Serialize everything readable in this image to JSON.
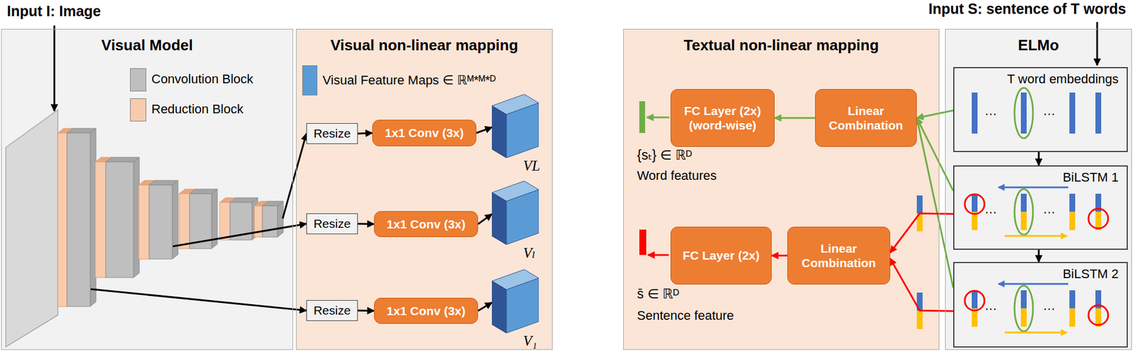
{
  "diagram": {
    "nodes": [
      {
        "text": [
          "Visual Model"
        ]
      },
      {
        "text": [
          "Visual non-linear mapping"
        ]
      },
      {
        "text": [
          "Resize"
        ],
        "in": 1
      },
      {
        "text": [
          "1x1 Conv (3x)"
        ],
        "in": 1
      },
      {
        "text": [
          "VL"
        ],
        "in": 1
      },
      {
        "text": [
          "Resize"
        ],
        "in": 1
      },
      {
        "text": [
          "1x1 Conv (3x)"
        ],
        "in": 1
      },
      {
        "text": [
          "Vₗ"
        ],
        "in": 1
      },
      {
        "text": [
          "Resize"
        ],
        "in": 1
      },
      {
        "text": [
          "1x1 Conv (3x)"
        ],
        "in": 1
      },
      {
        "text": [
          "V₁"
        ],
        "in": 1
      },
      {
        "text": [
          "Textual non-linear mapping"
        ]
      },
      {
        "text": [
          "FC Layer (2x) (word-wise)"
        ],
        "in": 11
      },
      {
        "text": [
          "Linear Combination"
        ],
        "in": 11
      },
      {
        "text": [
          "FC Layer (2x)"
        ],
        "in": 11
      },
      {
        "text": [
          "Linear Combination"
        ],
        "in": 11
      },
      {
        "text": [
          "ELMo"
        ]
      },
      {
        "text": [
          "T word embeddings"
        ],
        "in": 16
      },
      {
        "text": [
          "BiLSTM 1"
        ],
        "in": 16
      },
      {
        "text": [
          "BiLSTM 2"
        ],
        "in": 16
      }
    ],
    "edges": [
      {
        "from": 0,
        "to": 2,
        "arrow": "to"
      },
      {
        "from": 2,
        "to": 3,
        "arrow": "to"
      },
      {
        "from": 3,
        "to": 4,
        "arrow": "to"
      },
      {
        "from": 0,
        "to": 5,
        "arrow": "to"
      },
      {
        "from": 5,
        "to": 6,
        "arrow": "to"
      },
      {
        "from": 6,
        "to": 7,
        "arrow": "to"
      },
      {
        "from": 0,
        "to": 8,
        "arrow": "to"
      },
      {
        "from": 8,
        "to": 9,
        "arrow": "to"
      },
      {
        "from": 9,
        "to": 10,
        "arrow": "to"
      },
      {
        "from": 13,
        "to": 12,
        "arrow": "to"
      },
      {
        "from": 15,
        "to": 14,
        "arrow": "to"
      },
      {
        "from": 17,
        "to": 13,
        "arrow": "to"
      },
      {
        "from": 18,
        "to": 13,
        "arrow": "to"
      },
      {
        "from": 19,
        "to": 13,
        "arrow": "to"
      },
      {
        "from": 18,
        "to": 15,
        "arrow": "to"
      },
      {
        "from": 19,
        "to": 15,
        "arrow": "to"
      },
      {
        "from": 17,
        "to": 18,
        "arrow": "to"
      },
      {
        "from": 18,
        "to": 19,
        "arrow": "to"
      }
    ],
    "labels": [
      "Input I: Image",
      "Input S: sentence of T words",
      "{sₜ} ∈ ℝᴰ",
      "Word features",
      "s̄ ∈ ℝᴰ",
      "Sentence feature",
      "…",
      "…",
      "…",
      "…",
      "…",
      "…"
    ],
    "legend": [
      {
        "text": "Convolution Block",
        "color": "#bfbfbf"
      },
      {
        "text": "Reduction Block",
        "color": "#f8cbad"
      },
      {
        "text": "Visual Feature Maps ∈ ℝᴹ*ᴹ*ᴰ",
        "color": "#5b9bd5"
      }
    ]
  }
}
